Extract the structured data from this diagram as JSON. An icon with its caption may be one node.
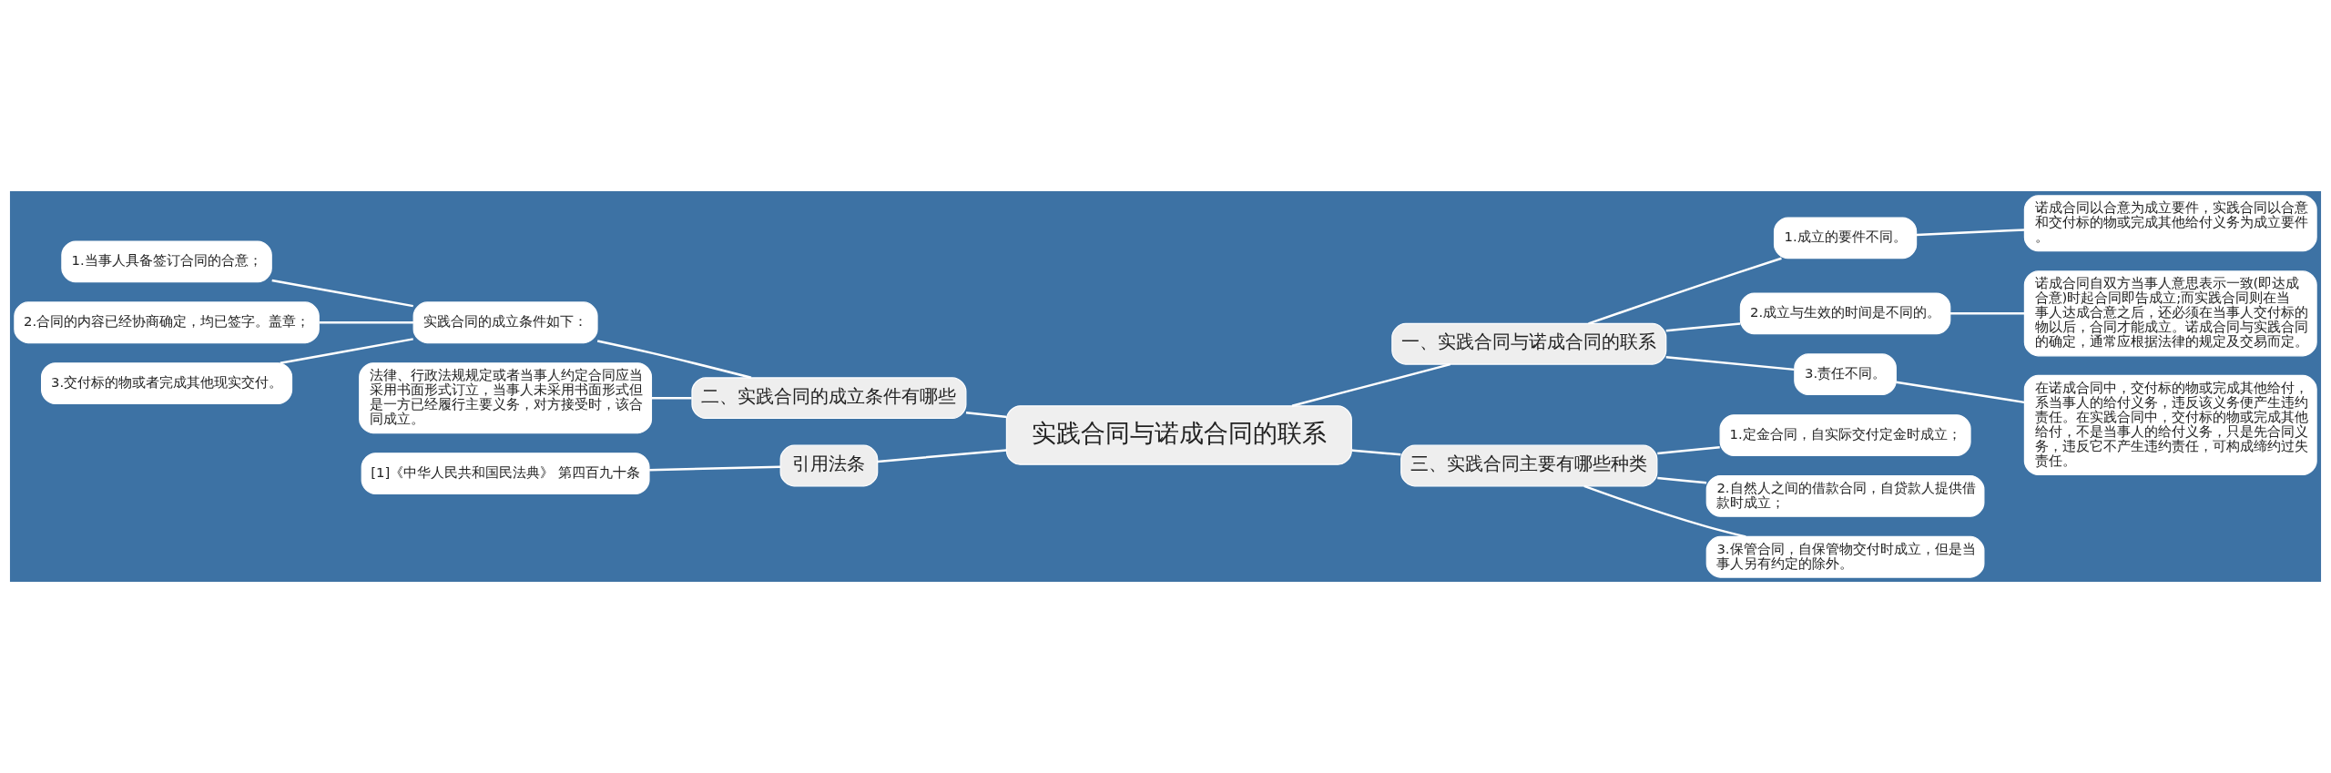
{
  "diagram": {
    "nodes": [
      {
        "text": [
          "实践合同与诺成合同的联系"
        ]
      },
      {
        "text": [
          "一、实践合同与诺成合同的联系"
        ]
      },
      {
        "text": [
          "1.成立的要件不同。"
        ]
      },
      {
        "text": [
          "诺成合同以合意为成立要件，实践合同以合意和交付标的物或完成其他给付义务为成立要件。"
        ]
      },
      {
        "text": [
          "2.成立与生效的时间是不同的。"
        ]
      },
      {
        "text": [
          "诺成合同自双方当事人意思表示一致(即达成合意)时起合同即告成立;而实践合同则在当事人达成合意之后，还必须在当事人交付标的物以后，合同才能成立。诺成合同与实践合同的确定，通常应根据法律的规定及交易而定。"
        ]
      },
      {
        "text": [
          "3.责任不同。"
        ]
      },
      {
        "text": [
          "在诺成合同中，交付标的物或完成其他给付，系当事人的给付义务，违反该义务便产生违约责任。在实践合同中，交付标的物或完成其他给付，不是当事人的给付义务，只是先合同义务，违反它不产生违约责任，可构成缔约过失责任。"
        ]
      },
      {
        "text": [
          "三、实践合同主要有哪些种类"
        ]
      },
      {
        "text": [
          "1.定金合同，自实际交付定金时成立；"
        ]
      },
      {
        "text": [
          "2.自然人之间的借款合同，自贷款人提供借款时成立；"
        ]
      },
      {
        "text": [
          "3.保管合同，自保管物交付时成立，但是当事人另有约定的除外。"
        ]
      },
      {
        "text": [
          "二、实践合同的成立条件有哪些"
        ]
      },
      {
        "text": [
          "实践合同的成立条件如下："
        ]
      },
      {
        "text": [
          "1.当事人具备签订合同的合意；"
        ]
      },
      {
        "text": [
          "2.合同的内容已经协商确定，均已签字。盖章；"
        ]
      },
      {
        "text": [
          "3.交付标的物或者完成其他现实交付。"
        ]
      },
      {
        "text": [
          "法律、行政法规规定或者当事人约定合同应当采用书面形式订立，当事人未采用书面形式但是一方已经履行主要义务，对方接受时，该合同成立。"
        ]
      },
      {
        "text": [
          "引用法条"
        ]
      },
      {
        "text": [
          "[1]《中华人民共和国民法典》 第四百九十条"
        ]
      }
    ],
    "edges": [
      {
        "from": 0,
        "to": 1,
        "arrow": "none"
      },
      {
        "from": 1,
        "to": 2,
        "arrow": "none"
      },
      {
        "from": 2,
        "to": 3,
        "arrow": "none"
      },
      {
        "from": 1,
        "to": 4,
        "arrow": "none"
      },
      {
        "from": 4,
        "to": 5,
        "arrow": "none"
      },
      {
        "from": 1,
        "to": 6,
        "arrow": "none"
      },
      {
        "from": 6,
        "to": 7,
        "arrow": "none"
      },
      {
        "from": 0,
        "to": 8,
        "arrow": "none"
      },
      {
        "from": 8,
        "to": 9,
        "arrow": "none"
      },
      {
        "from": 8,
        "to": 10,
        "arrow": "none"
      },
      {
        "from": 8,
        "to": 11,
        "arrow": "none"
      },
      {
        "from": 12,
        "to": 0,
        "arrow": "none"
      },
      {
        "from": 13,
        "to": 12,
        "arrow": "none"
      },
      {
        "from": 14,
        "to": 13,
        "arrow": "none"
      },
      {
        "from": 15,
        "to": 13,
        "arrow": "none"
      },
      {
        "from": 16,
        "to": 13,
        "arrow": "none"
      },
      {
        "from": 17,
        "to": 12,
        "arrow": "none"
      },
      {
        "from": 18,
        "to": 0,
        "arrow": "none"
      },
      {
        "from": 19,
        "to": 18,
        "arrow": "none"
      }
    ]
  }
}
